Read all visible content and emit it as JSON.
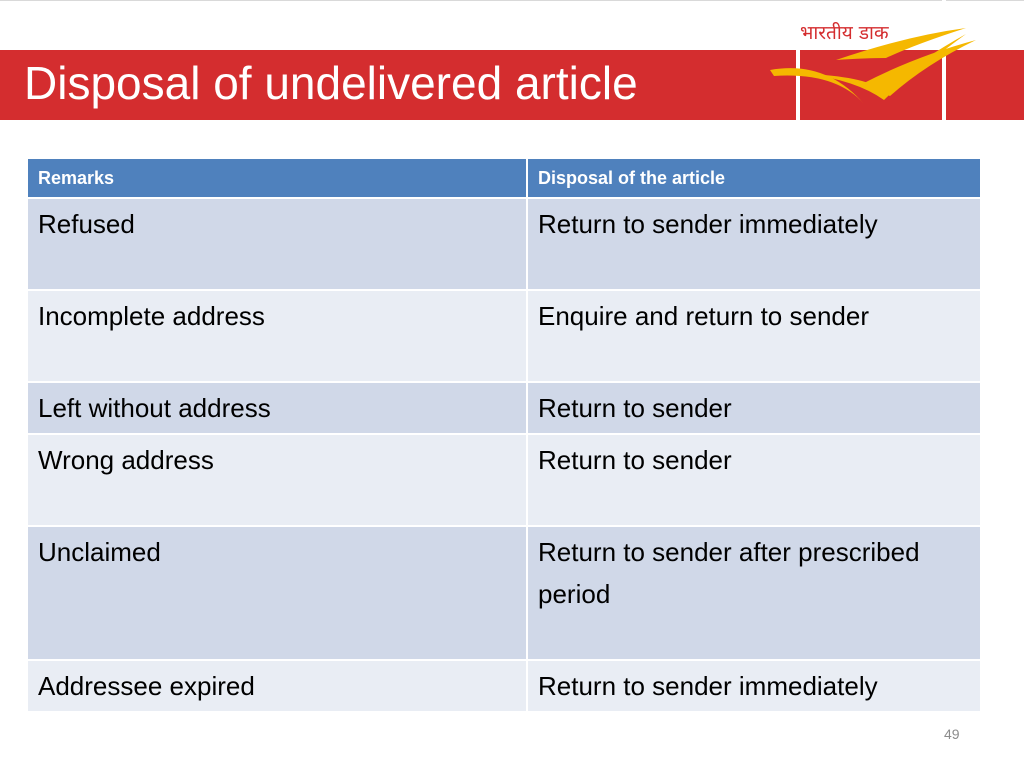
{
  "slide": {
    "title": "Disposal of undelivered article",
    "logo_text": "भारतीय डाक",
    "page_number": "49"
  },
  "table": {
    "headers": [
      "Remarks",
      "Disposal of the article"
    ],
    "rows": [
      {
        "remark": "Refused",
        "disposal": "Return to sender immediately"
      },
      {
        "remark": "Incomplete address",
        "disposal": "Enquire and return to sender"
      },
      {
        "remark": "Left without address",
        "disposal": "Return to sender"
      },
      {
        "remark": "Wrong address",
        "disposal": "Return to sender"
      },
      {
        "remark": "Unclaimed",
        "disposal": "Return to sender after prescribed period"
      },
      {
        "remark": "Addressee expired",
        "disposal": "Return to sender immediately"
      }
    ]
  },
  "colors": {
    "brand_red": "#d42d2f",
    "brand_yellow": "#f5b800",
    "header_blue": "#4f81bd",
    "row_dark": "#d0d8e8",
    "row_light": "#e9edf4"
  },
  "icons": [
    "india-post-logo-icon"
  ]
}
